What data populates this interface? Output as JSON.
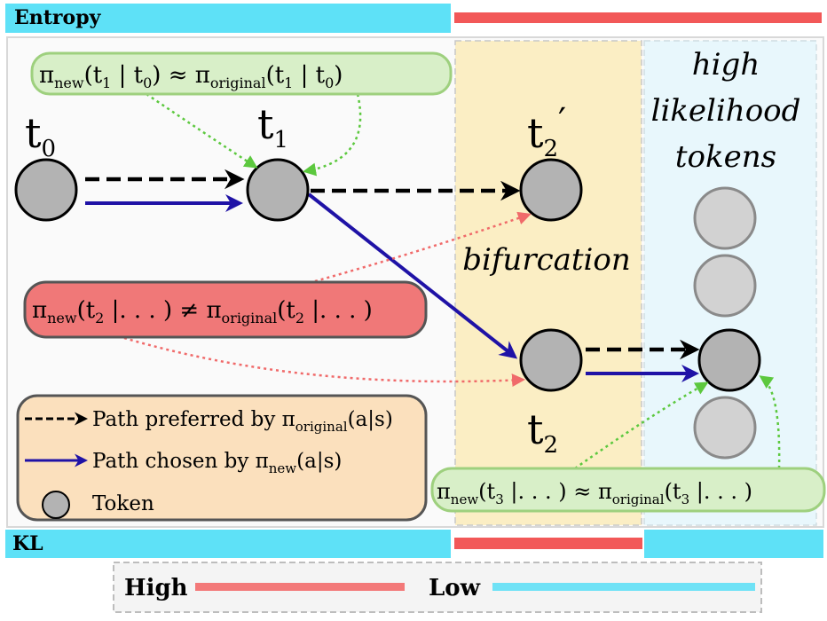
{
  "top_bar": {
    "label": "Entropy"
  },
  "bottom_bar": {
    "label": "KL"
  },
  "tokens": {
    "t0": {
      "base": "t",
      "sub": "0"
    },
    "t1": {
      "base": "t",
      "sub": "1"
    },
    "t2prime": {
      "base": "t",
      "sub": "2",
      "mark": "′"
    },
    "t2": {
      "base": "t",
      "sub": "2"
    }
  },
  "region_labels": {
    "bifurcation": "bifurcation",
    "high_likelihood": [
      "high",
      "likelihood",
      "tokens"
    ]
  },
  "formulas": {
    "f1": {
      "pi": "π",
      "new": "new",
      "left": "(t",
      "i1": "1",
      "mid1": " | t",
      "i0": "0",
      "close1": ")",
      "rel": " ≈ ",
      "orig": "original",
      "right": "(t",
      "i1b": "1",
      "mid2": " | t",
      "i0b": "0",
      "close2": ")"
    },
    "f2": {
      "pi": "π",
      "new": "new",
      "left": "(t",
      "i2": "2",
      "dots1": " |. . . )",
      "rel": " ≠ ",
      "orig": "original",
      "right": "(t",
      "i2b": "2",
      "dots2": " |. . . )"
    },
    "f3": {
      "pi": "π",
      "new": "new",
      "left": "(t",
      "i3": "3",
      "dots1": " |. . . )",
      "rel": " ≈ ",
      "orig": "original",
      "right": "(t",
      "i3b": "3",
      "dots2": " |. . . )"
    }
  },
  "legend": {
    "preferred": {
      "text": "Path preferred by ",
      "pi": "π",
      "sub": "original",
      "arg": "(a|s)"
    },
    "chosen": {
      "text": "Path chosen by ",
      "pi": "π",
      "sub": "new",
      "arg": "(a|s)"
    },
    "token": {
      "text": "Token"
    }
  },
  "scale": {
    "high": "High",
    "low": "Low"
  },
  "colors": {
    "high": "#f06a6a",
    "low": "#5ee1f7",
    "blue_path": "#1f12a6",
    "black_path": "#000000",
    "bifurcation_bg": "#fbeec4",
    "high_likelihood_bg": "#e8f7fc",
    "green_box": "#d8efc8",
    "red_box": "#f07878",
    "legend_box": "#fbe0bd"
  }
}
